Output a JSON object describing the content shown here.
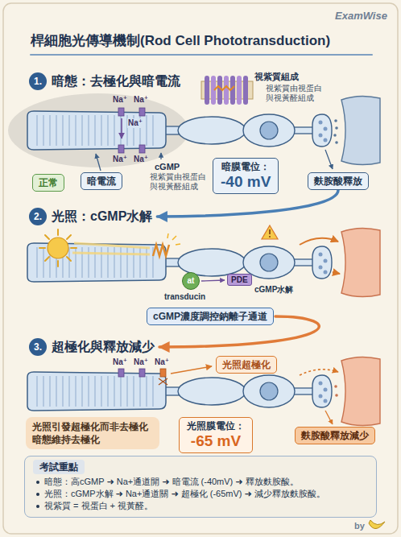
{
  "diagram": {
    "title": "桿細胞光傳導機制(Rod Cell Phototransduction)",
    "nodes": [
      {
        "text": [
          "1.",
          "暗態：去極化與暗電流"
        ]
      },
      {
        "text": [
          "正常"
        ]
      },
      {
        "text": [
          "暗電流"
        ]
      },
      {
        "text": [
          "暗膜電位：",
          "-40 mV"
        ]
      },
      {
        "text": [
          "麩胺酸釋放"
        ]
      },
      {
        "text": [
          "2.",
          "光照：cGMP水解"
        ]
      },
      {
        "text": [
          "at"
        ]
      },
      {
        "text": [
          "PDE"
        ]
      },
      {
        "text": [
          "cGMP濃度調控鈉離子通道"
        ]
      },
      {
        "text": [
          "3.",
          "超極化與釋放減少"
        ]
      },
      {
        "text": [
          "光照超極化"
        ]
      },
      {
        "text": [
          "光照引發超極化而非去極化 暗態維持去極化"
        ]
      },
      {
        "text": [
          "光照膜電位：",
          "-65 mV"
        ]
      },
      {
        "text": [
          "麩胺酸釋放減少"
        ]
      },
      {
        "text": [
          "暗態：高cGMP ➜ Na+通道開 ➜ 暗電流 (-40mV) ➜ 釋放麩胺酸。",
          "光照：cGMP水解 ➜ Na+通道關 ➜ 超極化 (-65mV) ➜ 減少釋放麩胺酸。",
          "視紫質 = 視蛋白 + 視黃醛。"
        ]
      },
      {
        "text": [
          "考試重點"
        ],
        "in": 14
      }
    ],
    "edges": [
      {
        "from": 4,
        "to": 5,
        "arrow": "to"
      },
      {
        "from": 8,
        "to": 9,
        "arrow": "to"
      }
    ],
    "labels": [
      "ExamWise",
      "視紫質組成",
      "視紫質由視蛋白 與視黃醛組成",
      "Na⁺",
      "Na⁺",
      "Na⁺",
      "Na⁺",
      "Na⁺",
      "cGMP",
      "視紫質由視蛋白 與視黃醛組成",
      "transducin",
      "cGMP水解",
      "Na⁺",
      "Na⁺",
      "Na⁺",
      "by"
    ]
  }
}
